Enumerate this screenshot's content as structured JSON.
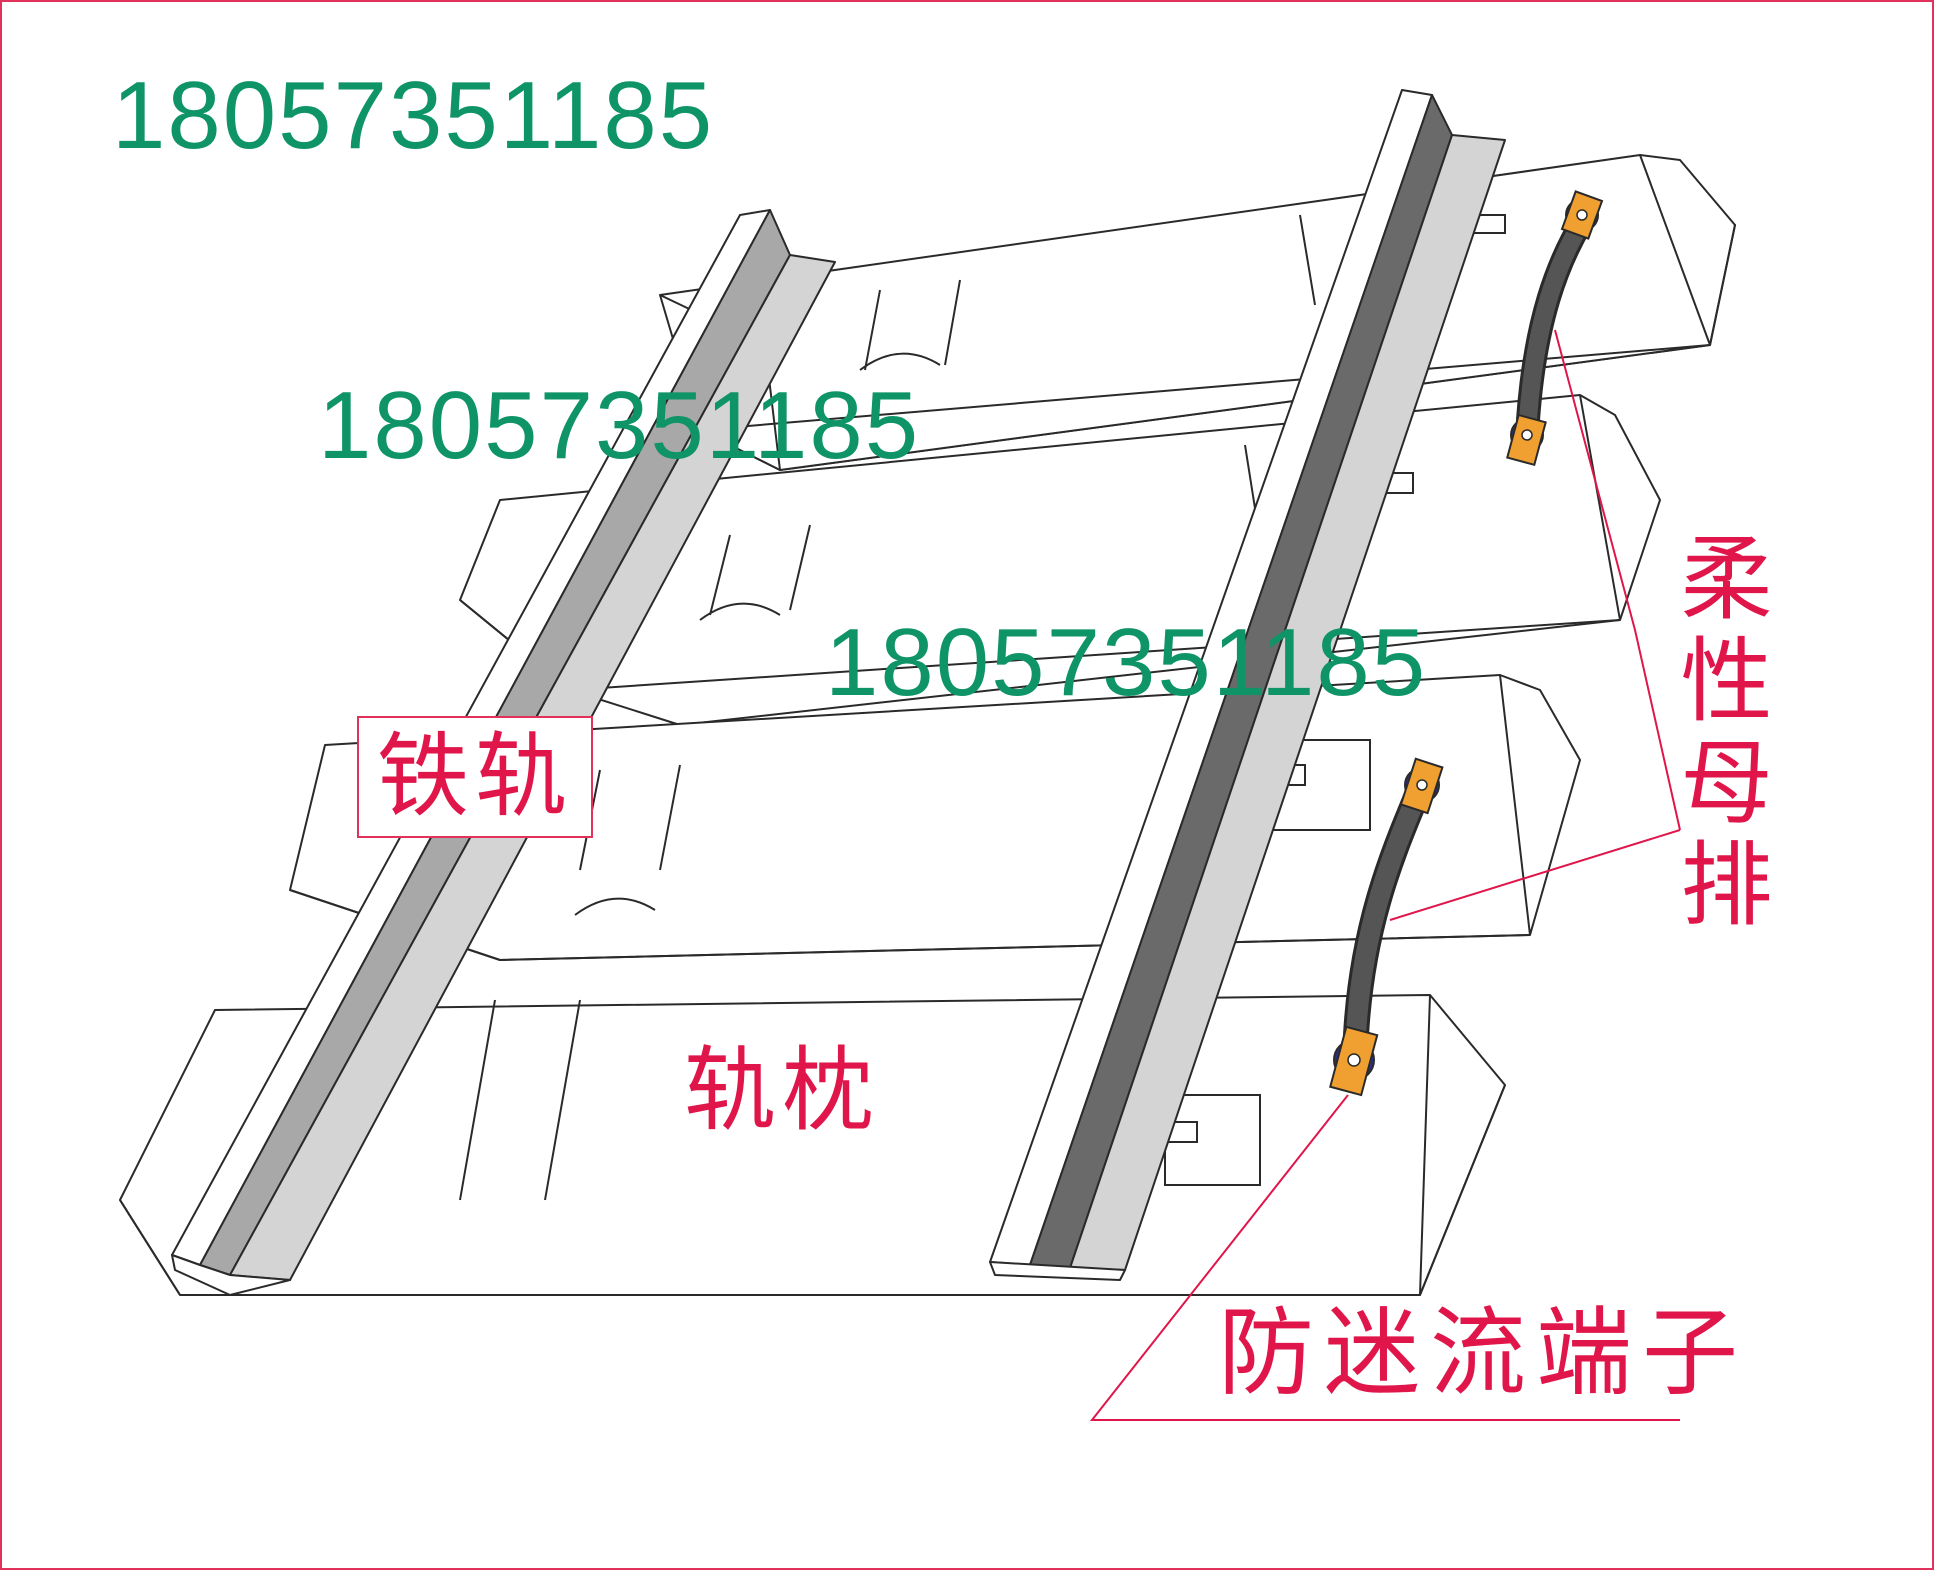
{
  "colors": {
    "frame": "#e0325a",
    "phone": "#0e9467",
    "label": "#e0164a",
    "outline": "#2a2a2a",
    "rail_light": "#d4d4d4",
    "rail_mid": "#a8a8a8",
    "rail_dark": "#6a6a6a",
    "strap": "#555555",
    "terminal": "#f0a030",
    "washer": "#2c2f8a"
  },
  "watermarks": [
    "18057351185",
    "18057351185",
    "18057351185"
  ],
  "labels": {
    "rail": "铁轨",
    "sleeper": "轨枕",
    "flexible_busbar": "柔性母排",
    "anti_stray_terminal": "防迷流端子"
  },
  "components": [
    {
      "name": "rail",
      "count": 2
    },
    {
      "name": "sleeper",
      "count": 4
    },
    {
      "name": "flexible-busbar",
      "count": 2
    },
    {
      "name": "anti-stray-terminal",
      "count": 4
    }
  ]
}
